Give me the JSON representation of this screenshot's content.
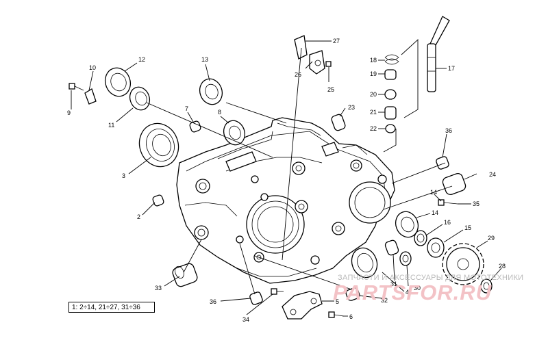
{
  "labels": [
    {
      "id": "2",
      "text": "2"
    },
    {
      "id": "3",
      "text": "3"
    },
    {
      "id": "4",
      "text": "4"
    },
    {
      "id": "5",
      "text": "5"
    },
    {
      "id": "6",
      "text": "6"
    },
    {
      "id": "7",
      "text": "7"
    },
    {
      "id": "8",
      "text": "8"
    },
    {
      "id": "9",
      "text": "9"
    },
    {
      "id": "10",
      "text": "10"
    },
    {
      "id": "11",
      "text": "11"
    },
    {
      "id": "12",
      "text": "12"
    },
    {
      "id": "13",
      "text": "13"
    },
    {
      "id": "14a",
      "text": "14"
    },
    {
      "id": "14b",
      "text": "14"
    },
    {
      "id": "15",
      "text": "15"
    },
    {
      "id": "16",
      "text": "16"
    },
    {
      "id": "17",
      "text": "17"
    },
    {
      "id": "18",
      "text": "18"
    },
    {
      "id": "19",
      "text": "19"
    },
    {
      "id": "20",
      "text": "20"
    },
    {
      "id": "21",
      "text": "21"
    },
    {
      "id": "22",
      "text": "22"
    },
    {
      "id": "23",
      "text": "23"
    },
    {
      "id": "24",
      "text": "24"
    },
    {
      "id": "25",
      "text": "25"
    },
    {
      "id": "26",
      "text": "26"
    },
    {
      "id": "27",
      "text": "27"
    },
    {
      "id": "28",
      "text": "28"
    },
    {
      "id": "29",
      "text": "29"
    },
    {
      "id": "30",
      "text": "30"
    },
    {
      "id": "31",
      "text": "31"
    },
    {
      "id": "32",
      "text": "32"
    },
    {
      "id": "33",
      "text": "33"
    },
    {
      "id": "34",
      "text": "34"
    },
    {
      "id": "35",
      "text": "35"
    },
    {
      "id": "36a",
      "text": "36"
    },
    {
      "id": "36b",
      "text": "36"
    }
  ],
  "legend": {
    "text": "1: 2÷14, 21÷27, 31÷36"
  },
  "watermark": {
    "caption": "ЗАПЧАСТИ И АКСЕССУАРЫ ДЛЯ МОТОТЕХНИКИ",
    "logo": "PARTSFOR.RU",
    "logo_color": "#f3c2c6"
  }
}
